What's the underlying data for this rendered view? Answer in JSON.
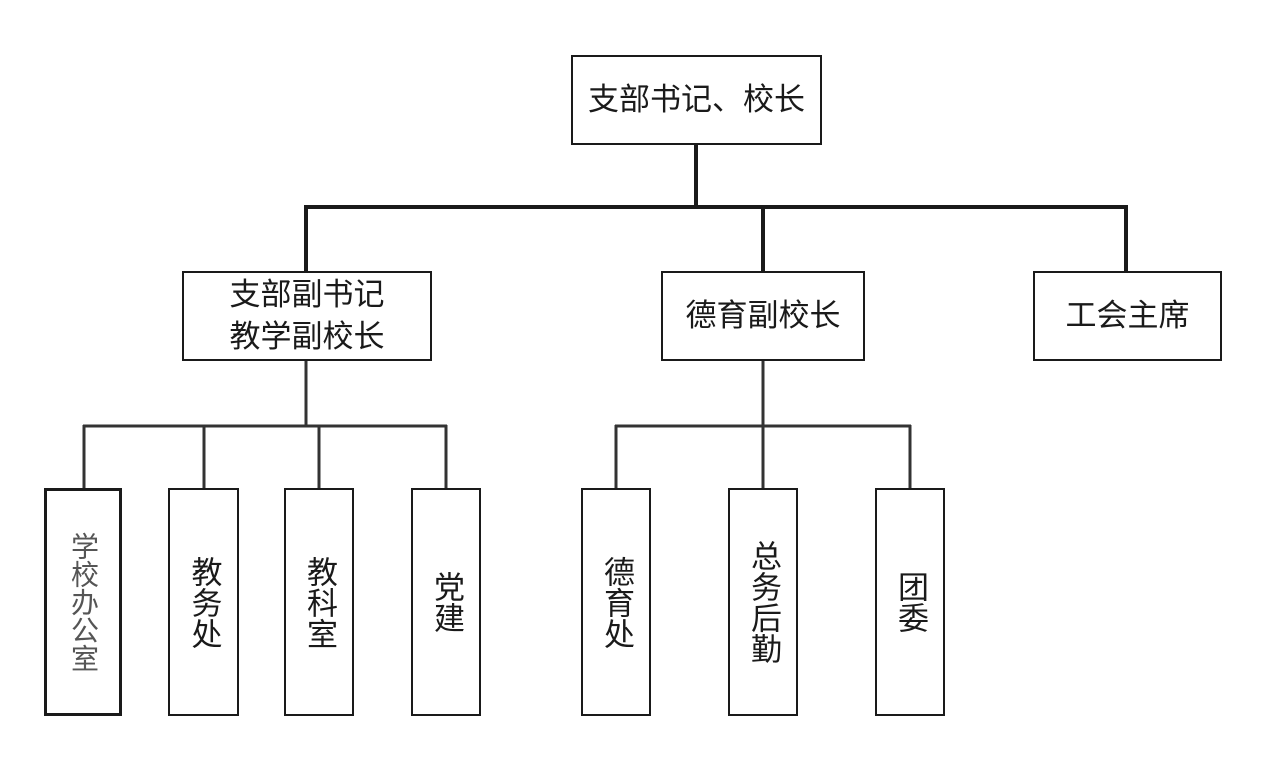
{
  "root": "支部书记、校长",
  "level2": {
    "left_line1": "支部副书记",
    "left_line2": "教学副校长",
    "middle": "德育副校长",
    "right": "工会主席"
  },
  "left_children": [
    "学校办公室",
    "教务处",
    "教科室",
    "党建"
  ],
  "middle_children": [
    "德育处",
    "总务后勤",
    "团委"
  ]
}
